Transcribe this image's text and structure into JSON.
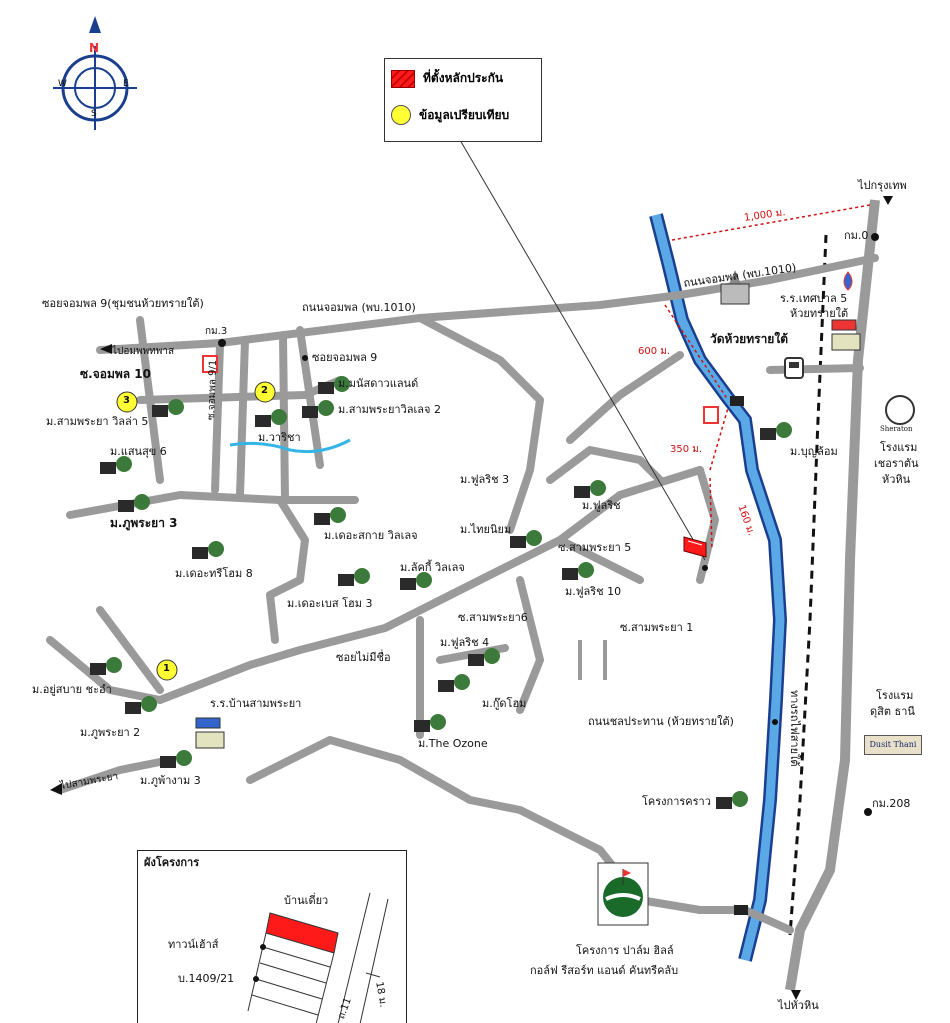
{
  "compass": {
    "n": "N",
    "s": "S",
    "e": "E",
    "w": "W"
  },
  "legend": {
    "site": "ที่ตั้งหลักประกัน",
    "compare": "ข้อมูลเปรียบเทียบ"
  },
  "roads": {
    "to_bangkok": "ไปกรุงเทพ",
    "to_huahin": "ไปหัวหิน",
    "km0": "กม.0",
    "km3": "กม.3",
    "km208": "กม.208",
    "jompol_road_right": "ถนนจอมพล (พบ.1010)",
    "jompol_road_left": "ถนนจอมพล (พบ.1010)",
    "soi_jompol9_community": "ซอยจอมพล 9(ชุมชนห้วยทรายใต้)",
    "soi_jompol9": "ซอยจอมพล 9",
    "soi_jompol10": "ซ.จอมพล 10",
    "soi_jompol_vert": "ซ.จอมพล 9/1",
    "to_pran": "ไปอมพพทพาส",
    "to_sampraya": "ไปสามพระยา",
    "chonprathan": "ถนนชลประทาน (ห้วยทรายใต้)",
    "railway": "ทางรถไฟสายใต้",
    "soi_noname": "ซอยไม่มีชื่อ",
    "soi_sampraya1": "ซ.สามพระยา 1",
    "soi_sampraya5": "ซ.สามพระยา 5",
    "soi_sampraya6": "ซ.สามพระยา6"
  },
  "distances": {
    "d1000": "1,000 ม.",
    "d600": "600 ม.",
    "d350": "350 ม.",
    "d160": "160 ม."
  },
  "places": {
    "wat": "วัดห้วยทรายใต้",
    "school_tessaban": "ร.ร.เทศบาล 5",
    "huaysai": "ห้วยทรายใต้",
    "sheraton_logo": "Sheraton",
    "sheraton1": "โรงแรม",
    "sheraton2": "เชอราตัน",
    "sheraton3": "หัวหิน",
    "dusit1": "โรงแรม",
    "dusit2": "ดุสิต ธานี",
    "dusit_logo": "Dusit Thani",
    "school_sampraya": "ร.ร.บ้านสามพระยา",
    "palm_hills1": "โครงการ ปาล์ม ฮิลล์",
    "palm_hills2": "กอล์ฟ รีสอร์ท แอนด์ คันทรีคลับ",
    "krao": "โครงการคราว"
  },
  "projects": {
    "m_manat": "ม.มนัสดาวแลนด์",
    "m_sampraya_ville2": "ม.สามพระยาวิลเลจ 2",
    "m_warisa": "ม.วาริชา",
    "m_sampraya_ville5": "ม.สามพระยา วิลล่า 5",
    "m_saensuk6": "ม.แสนสุข 6",
    "m_phupraya3": "ม.ภูพระยา 3",
    "m_tree_home8": "ม.เดอะทรีโฮม 8",
    "m_the_scape": "ม.เดอะสกาย วิลเลจ",
    "m_the_bass3": "ม.เดอะเบส โฮม 3",
    "m_lucky": "ม.ลัคกี้ วิลเลจ",
    "m_thainiyom": "ม.ไทยนิยม",
    "m_fulrich3": "ม.ฟูลริช 3",
    "m_fulrich": "ม.ฟูลริช",
    "m_fulrich10": "ม.ฟูลริช 10",
    "m_fulrich4": "ม.ฟูลริช 4",
    "m_good_home": "ม.กู๊ดโฮม",
    "m_ozone": "ม.The Ozone",
    "m_boonlom": "ม.บุญล้อม",
    "m_yusabai": "ม.อยู่สบาย ชะอำ",
    "m_phupraya2": "ม.ภูพระยา 2",
    "m_phuwangam3": "ม.ภูพ้างาม 3"
  },
  "markers": {
    "m1": "1",
    "m2": "2",
    "m3": "3"
  },
  "inset": {
    "title": "ผังโครงการ",
    "house": "บ้านเดี่ยว",
    "townhouse": "ทาวน์เฮ้าส์",
    "plot": "บ.1409/21",
    "width": "18 ม.",
    "road": "ถ.11"
  },
  "colors": {
    "road": "#9a9a9a",
    "river": "#5aa9e6",
    "river_edge": "#1b3f8f",
    "site": "#ff1a1a",
    "compare": "#ffff33",
    "distance": "#d01010",
    "canal": "#35b5e5"
  }
}
